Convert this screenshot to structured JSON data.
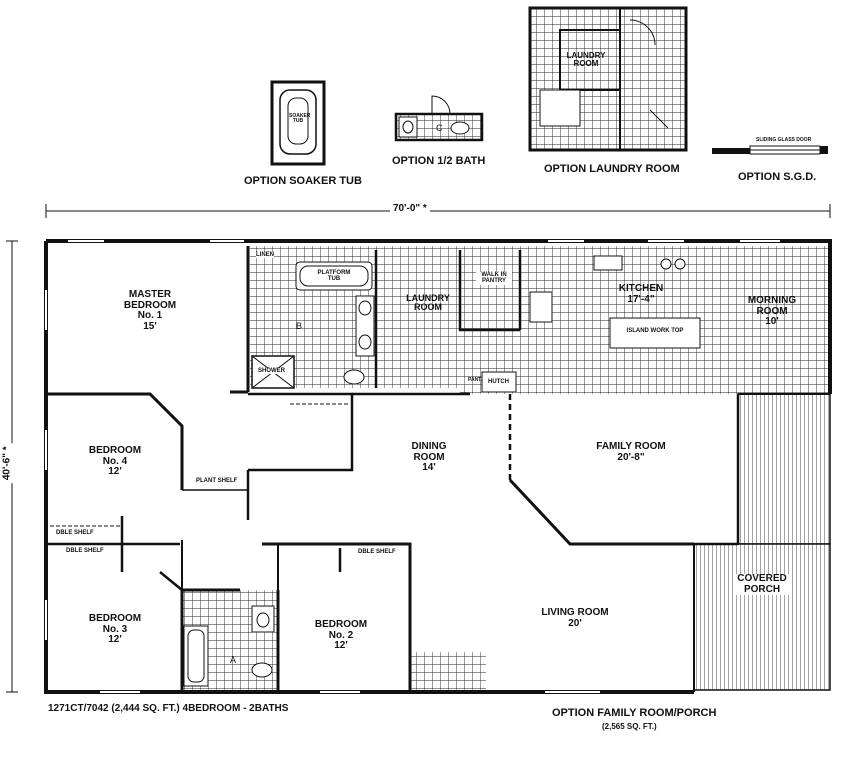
{
  "options": {
    "soaker_tub": "OPTION SOAKER TUB",
    "half_bath": "OPTION 1/2 BATH",
    "laundry_room": "OPTION LAUNDRY ROOM",
    "sgd": "OPTION S.G.D.",
    "sliding_glass_door": "SLIDING GLASS DOOR",
    "soaker_tub_fixture": "SOAKER TUB",
    "laundry_room_label": "LAUNDRY ROOM",
    "family_room_porch": "OPTION FAMILY ROOM/PORCH",
    "family_room_porch_sqft": "(2,565 SQ. FT.)"
  },
  "dimensions": {
    "width": "70'-0\" *",
    "depth": "40'-6\" *"
  },
  "rooms": {
    "master_bedroom": {
      "name": "MASTER BEDROOM",
      "number": "No. 1",
      "size": "15'"
    },
    "bedroom4": {
      "name": "BEDROOM",
      "number": "No. 4",
      "size": "12'"
    },
    "bedroom3": {
      "name": "BEDROOM",
      "number": "No. 3",
      "size": "12'"
    },
    "bedroom2": {
      "name": "BEDROOM",
      "number": "No. 2",
      "size": "12'"
    },
    "dining": {
      "name": "DINING ROOM",
      "size": "14'"
    },
    "family": {
      "name": "FAMILY ROOM",
      "size": "20'-8\""
    },
    "living": {
      "name": "LIVING ROOM",
      "size": "20'"
    },
    "kitchen": {
      "name": "KITCHEN",
      "size": "17'-4\""
    },
    "morning": {
      "name": "MORNING ROOM",
      "size": "10'"
    },
    "laundry": {
      "name": "LAUNDRY ROOM"
    },
    "porch": {
      "name": "COVERED PORCH"
    }
  },
  "fixtures": {
    "platform_tub": "PLATFORM TUB",
    "shower": "SHOWER",
    "linen": "LINEN",
    "walk_in_pantry": "WALK IN PANTRY",
    "island": "ISLAND WORK TOP",
    "hutch": "HUTCH",
    "pantry": "PANT.",
    "plant_shelf": "PLANT SHELF",
    "dble_shelf": "DBLE SHELF",
    "bath_a": "A",
    "bath_b": "B",
    "bath_c": "C"
  },
  "footer": {
    "model": "1271CT/7042 (2,444 SQ. FT.) 4BEDROOM - 2BATHS"
  }
}
